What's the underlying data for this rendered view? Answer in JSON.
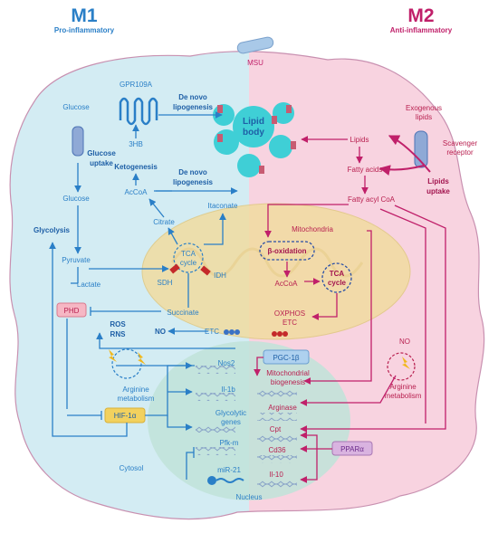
{
  "headers": {
    "m1": {
      "title": "M1",
      "subtitle": "Pro-inflammatory"
    },
    "m2": {
      "title": "M2",
      "subtitle": "Anti-inflammatory"
    }
  },
  "colors": {
    "m1": "#2a7fc7",
    "m2": "#c0206a",
    "m1_bg": "#d3ecf3",
    "m2_bg": "#f8d3e0",
    "mito": "#f1dca0",
    "nucleus": "#bfe3d8",
    "lipid": "#3fcfd6",
    "node": "#c75b72"
  },
  "labels": {
    "msu": "MSU",
    "gpr109a": "GPR109A",
    "de_novo_1": [
      "De novo",
      "lipogenesis"
    ],
    "lipid_body": [
      "Lipid",
      "body"
    ],
    "exogenous_lipids": [
      "Exogenous",
      "lipids"
    ],
    "scavenger_receptor": [
      "Scavenger",
      "receptor"
    ],
    "lipids_uptake": [
      "Lipids",
      "uptake"
    ],
    "glucose_top": "Glucose",
    "hb3": "3HB",
    "ketogenesis": "Ketogenesis",
    "glucose_uptake": [
      "Glucose",
      "uptake"
    ],
    "accoa_m1": "AcCoA",
    "de_novo_2": [
      "De novo",
      "lipogenesis"
    ],
    "lipids_m2": "Lipids",
    "fatty_acids": "Fatty acids",
    "glucose_mid": "Glucose",
    "citrate": "Citrate",
    "itaconate": "Itaconate",
    "fatty_acyl_coa": "Fatty acyl CoA",
    "glycolysis": "Glycolysis",
    "mitochondria": "Mitochondria",
    "beta_oxidation": "β-oxidation",
    "pyruvate": "Pyruvate",
    "tca_m1": [
      "TCA",
      "cycle"
    ],
    "accoa_m2": "AcCoA",
    "tca_m2": [
      "TCA",
      "cycle"
    ],
    "sdh": "SDH",
    "idh": "IDH",
    "lactate": "Lactate",
    "phd": "PHD",
    "succinate": "Succinate",
    "oxphos": [
      "OXPHOS",
      "ETC"
    ],
    "ros": [
      "ROS",
      "RNS"
    ],
    "no_m1": "NO",
    "etc_m1": "ETC",
    "pgc1b": "PGC-1β",
    "no_m2": "NO",
    "nos2": "Nos2",
    "mito_biogenesis": [
      "Mitochondrial",
      "biogenesis"
    ],
    "arginine_m1": [
      "Arginine",
      "metabolism"
    ],
    "arginine_m2": [
      "Arginine",
      "metabolism"
    ],
    "il1b": "Il-1b",
    "hif1a": "HIF-1α",
    "glycolytic_genes": [
      "Glycolytic",
      "genes"
    ],
    "arginase": "Arginase",
    "cpt": "Cpt",
    "cd36": "Cd36",
    "ppara": "PPARα",
    "cytosol": "Cytosol",
    "pfkm": "Pfk-m",
    "mir21": "miR-21",
    "il10": "Il-10",
    "nucleus": "Nucleus"
  }
}
